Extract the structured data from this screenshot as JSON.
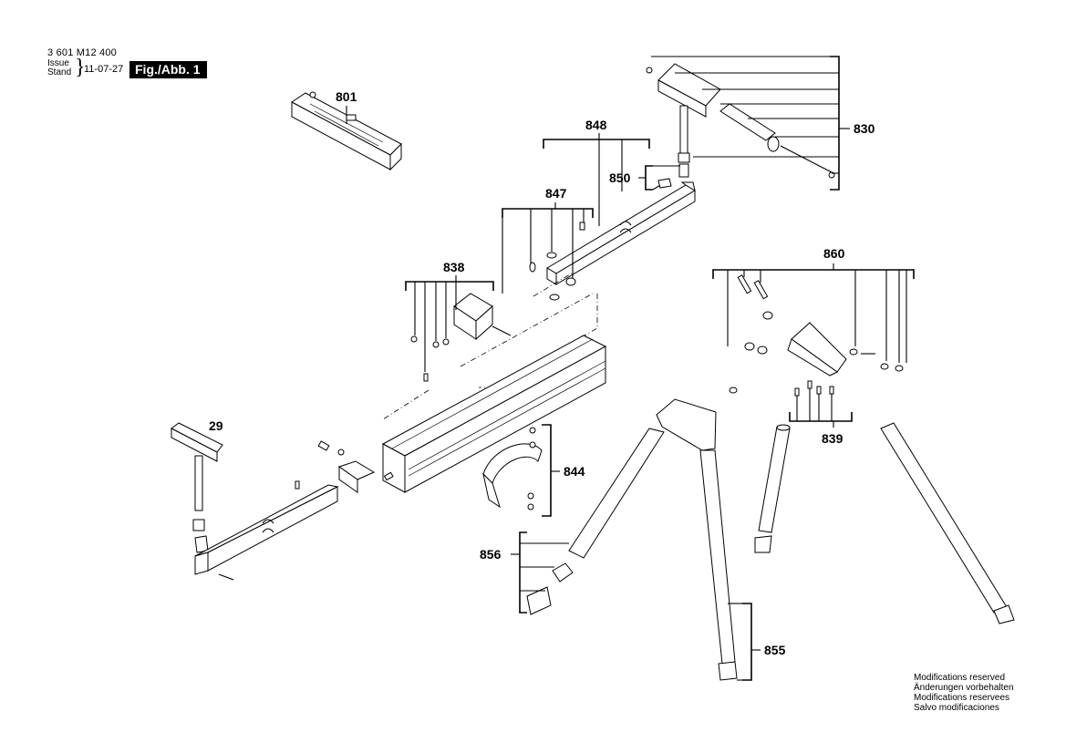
{
  "header": {
    "doc_number": "3 601 M12 400",
    "issue_label": "Issue",
    "stand_label": "Stand",
    "brace": "}",
    "issue_date": "11-07-27",
    "figure_label": "Fig./Abb. 1"
  },
  "parts": {
    "p801": "801",
    "p848": "848",
    "p830": "830",
    "p850": "850",
    "p847": "847",
    "p838": "838",
    "p860": "860",
    "p29": "29",
    "p844": "844",
    "p839": "839",
    "p856": "856",
    "p855": "855"
  },
  "footer": {
    "notes": [
      "Modifications reserved",
      "Änderungen vorbehalten",
      "Modifications reservees",
      "Salvo modificaciones"
    ]
  }
}
